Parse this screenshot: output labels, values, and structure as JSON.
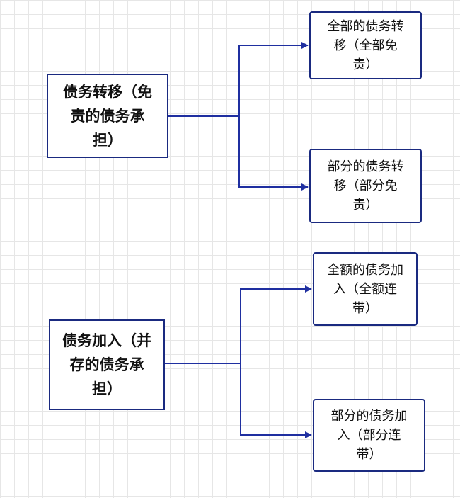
{
  "diagram": {
    "groups": [
      {
        "main": "债务转移（免责的债务承担）",
        "children": [
          "全部的债务转移（全部免责）",
          "部分的债务转移（部分免责）"
        ]
      },
      {
        "main": "债务加入（并存的债务承担）",
        "children": [
          "全额的债务加入（全额连带）",
          "部分的债务加入（部分连带）"
        ]
      }
    ]
  }
}
